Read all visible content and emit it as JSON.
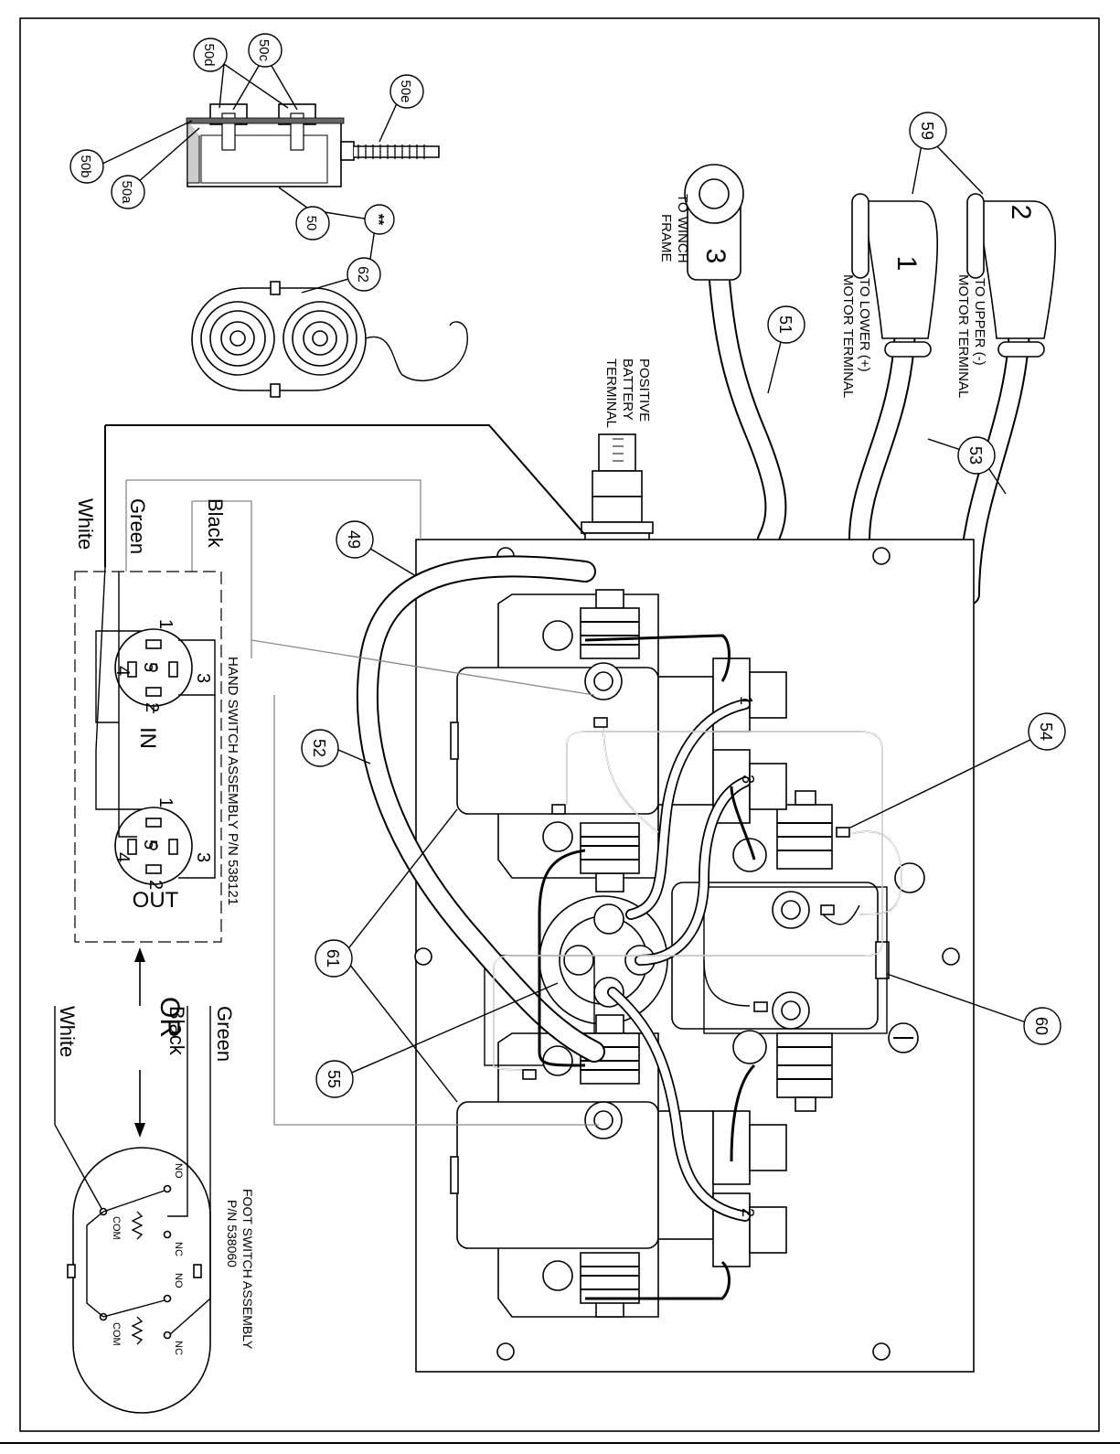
{
  "callouts": {
    "c50d": "50d",
    "c50c": "50c",
    "c50e": "50e",
    "c50b": "50b",
    "c50a": "50a",
    "c50": "50",
    "c_star": "**",
    "c62": "62",
    "c59": "59",
    "c51": "51",
    "c53": "53",
    "c49": "49",
    "c54": "54",
    "c52": "52",
    "c61": "61",
    "c60": "60",
    "c55": "55"
  },
  "labels": {
    "to_winch_frame_1": "TO WINCH",
    "to_winch_frame_2": "FRAME",
    "lower_motor_1": "TO LOWER (+)",
    "lower_motor_2": "MOTOR TERMINAL",
    "upper_motor_1": "TO UPPER (-)",
    "upper_motor_2": "MOTOR TERMINAL",
    "pos_batt_1": "POSITIVE",
    "pos_batt_2": "BATTERY",
    "pos_batt_3": "TERMINAL",
    "hand_switch": "HAND SWITCH ASSEMBLY P/N 538121",
    "foot_switch_1": "FOOT SWITCH ASSEMBLY",
    "foot_switch_2": "P/N 538060",
    "or": "OR",
    "in": "IN",
    "out": "OUT"
  },
  "connectors": {
    "boot1": "1",
    "boot2": "2",
    "lug3": "3"
  },
  "wire_colors": {
    "black": "Black",
    "green": "Green",
    "white": "White",
    "black_foot": "Black",
    "green_foot": "Green",
    "white_foot": "White"
  },
  "pins": {
    "in_1": "1",
    "in_3": "3",
    "in_5": "5",
    "in_2": "2",
    "in_4": "4",
    "out_1": "1",
    "out_3": "3",
    "out_5": "5",
    "out_2": "2",
    "out_4": "4"
  },
  "terminals": {
    "t1": "1",
    "t3": "3",
    "t2": "2"
  },
  "foot_switch_contacts": {
    "no_a": "NO",
    "com_a": "COM",
    "nc_a": "NC",
    "no_b": "NO",
    "com_b": "COM",
    "nc_b": "NC"
  }
}
